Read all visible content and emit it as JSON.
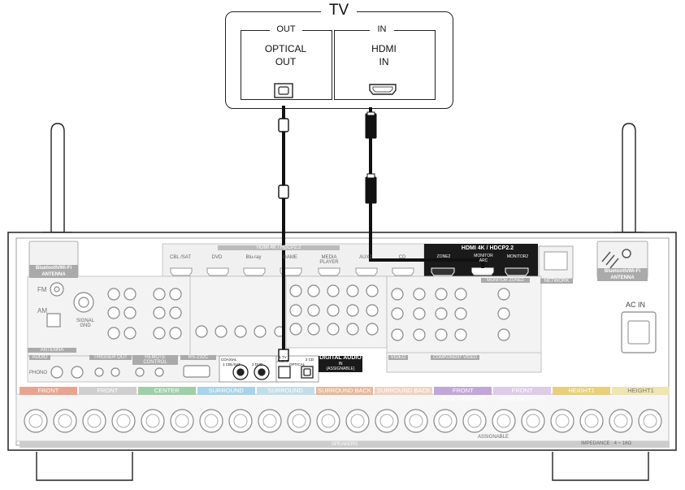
{
  "tv": {
    "title": "TV",
    "out_header": "OUT",
    "in_header": "IN",
    "optical_out_line1": "OPTICAL",
    "optical_out_line2": "OUT",
    "hdmi_in_line1": "HDMI",
    "hdmi_in_line2": "IN"
  },
  "receiver": {
    "bt_antenna_left": "Bluetooth/Wi-Fi ANTENNA",
    "bt_antenna_right": "Bluetooth/Wi-Fi ANTENNA",
    "hdmi_header": "HDMI 4K / HDCP2.2",
    "hdmi_monitor_header": "HDMI 4K / HDCP2.2",
    "hdmi_inputs": [
      "CBL /SAT",
      "DVD",
      "Blu-ray",
      "GAME",
      "MEDIA PLAYER",
      "AUX2",
      "CD"
    ],
    "zone2": "ZONE2",
    "monitor_arc": "MONITOR ARC",
    "monitor2": "MONITOR2",
    "network": "NETWORK",
    "ac_in": "AC IN",
    "fm": "FM",
    "am": "AM",
    "antenna": "ANTENNA",
    "signal_gnd": "SIGNAL GND",
    "audio": "AUDIO",
    "phono": "PHONO",
    "trigger_out": "TRIGGER OUT",
    "remote_control": "REMOTE CONTROL",
    "rs232c": "RS-232C",
    "coaxial": "COAXIAL",
    "coax_in1": "1 CBL/SAT",
    "coax_in2": "2 DVD",
    "optical_in1": "1 TV AUDIO",
    "optical_label": "OPTICAL",
    "optical_in2": "2 CD",
    "digital_audio_line1": "DIGITAL AUDIO",
    "digital_audio_line2": "IN",
    "digital_audio_line3": "(ASSIGNABLE)",
    "video": "VIDEO",
    "component_video": "COMPONENT VIDEO",
    "monitor_zone2": "MONITOR ZONE2",
    "speakers_label": "SPEAKERS",
    "assignable": "ASSIGNABLE",
    "impedance": "IMPEDANCE : 4 ~ 16Ω",
    "speaker_channels": [
      {
        "label": "FRONT",
        "color": "#e8a490"
      },
      {
        "label": "FRONT",
        "color": "#cfcfcf"
      },
      {
        "label": "CENTER",
        "color": "#9fcfa8"
      },
      {
        "label": "SURROUND",
        "color": "#a9d2e8"
      },
      {
        "label": "SURROUND",
        "color": "#c3dcea"
      },
      {
        "label": "SURROUND BACK",
        "color": "#e8b79a"
      },
      {
        "label": "SURROUND BACK",
        "color": "#f0d2c1"
      },
      {
        "label": "FRONT WIDE/HEIGHT2",
        "color": "#c1a6d8"
      },
      {
        "label": "FRONT WIDE/HEIGHT2",
        "color": "#dccbe9"
      },
      {
        "label": "HEIGHT1",
        "color": "#e8cf78"
      },
      {
        "label": "HEIGHT1",
        "color": "#f0e4b0"
      }
    ]
  }
}
